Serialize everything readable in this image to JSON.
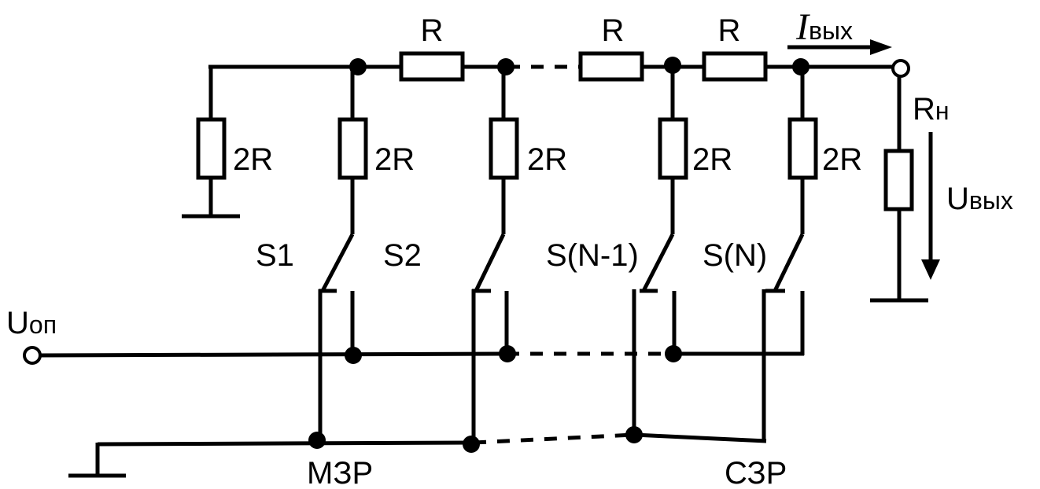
{
  "labels": {
    "r": "R",
    "r2": "2R",
    "s1": "S1",
    "s2": "S2",
    "sn1": "S(N-1)",
    "sn": "S(N)",
    "uop_main": "U",
    "uop_sub": "оп",
    "iout_main": "I",
    "iout_sub": "вых",
    "rload_main": "R",
    "rload_sub": "н",
    "uout_main": "U",
    "uout_sub": "вых",
    "lsb": "МЗР",
    "msb": "СЗР"
  },
  "colors": {
    "ink": "#000000",
    "background": "#ffffff"
  }
}
